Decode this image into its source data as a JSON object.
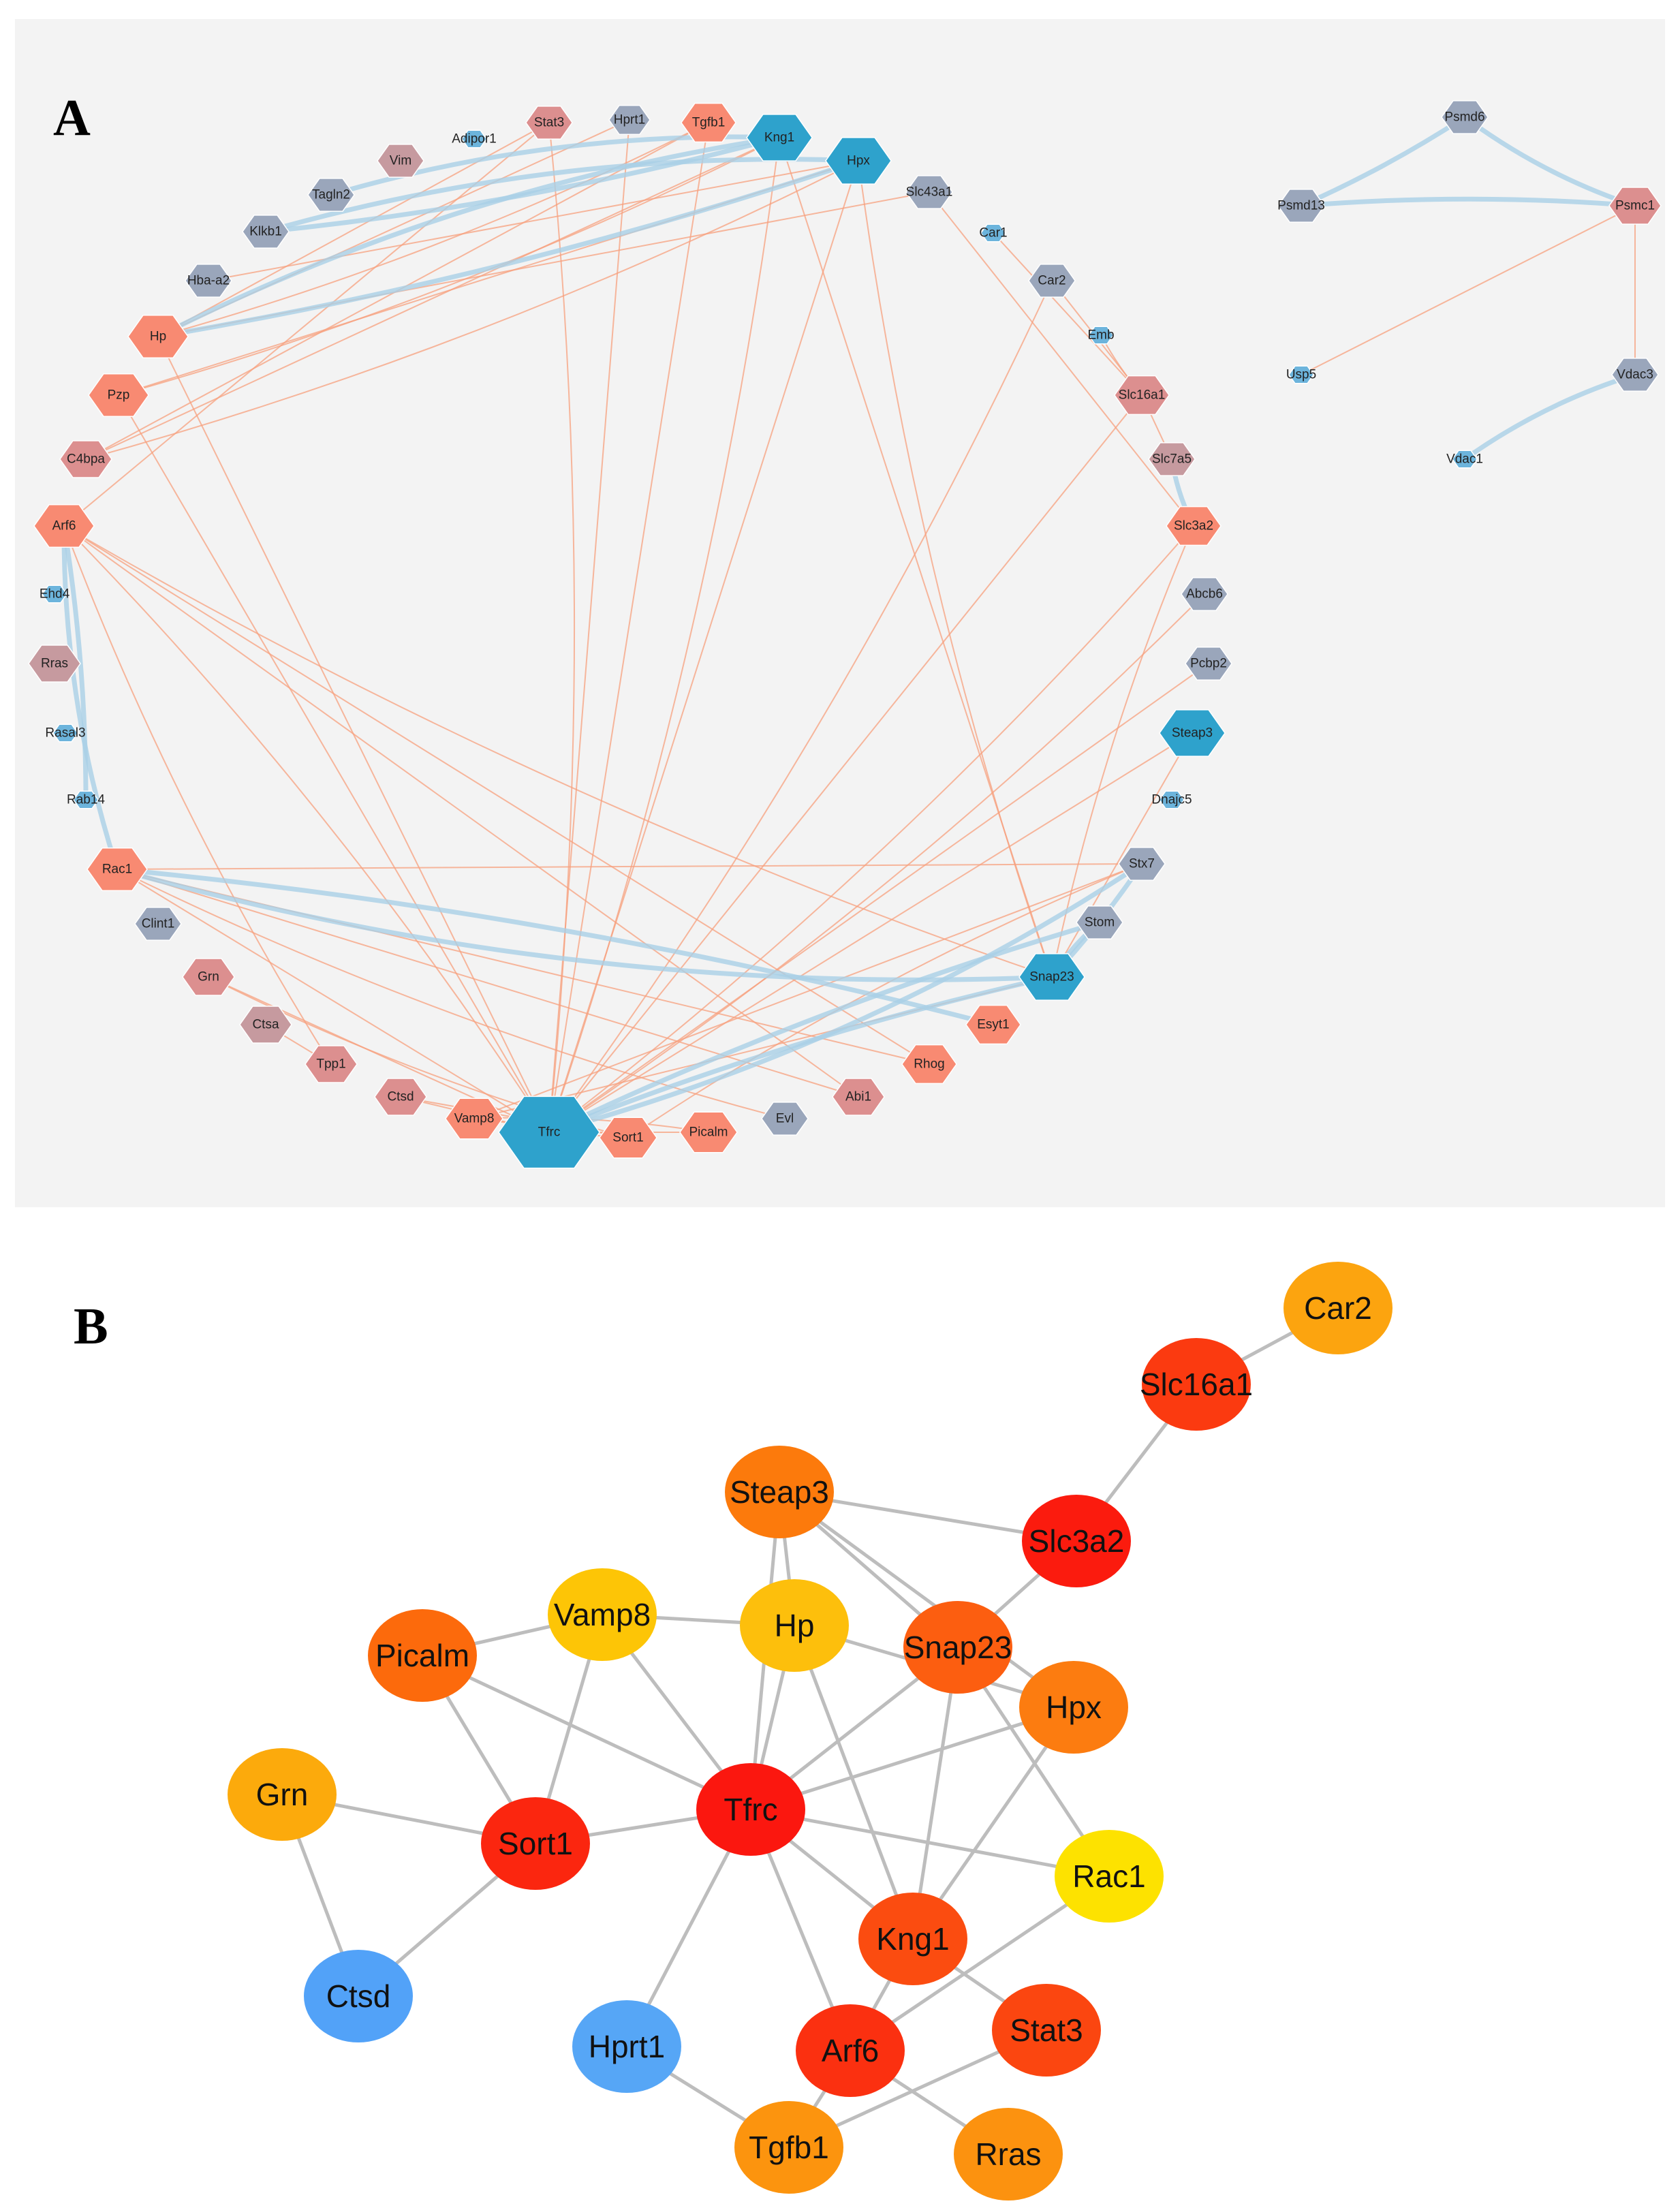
{
  "panel_a": {
    "label": "A",
    "nodes": [
      {
        "id": "Stat3",
        "color": "#dc8f8f"
      },
      {
        "id": "Hprt1",
        "color": "#9aa6bb"
      },
      {
        "id": "Tgfb1",
        "color": "#f88a72"
      },
      {
        "id": "Kng1",
        "color": "#2ea2cc"
      },
      {
        "id": "Hpx",
        "color": "#2ea2cc"
      },
      {
        "id": "Adipor1",
        "color": "#6cb4dc"
      },
      {
        "id": "Vim",
        "color": "#c69a9f"
      },
      {
        "id": "Tagln2",
        "color": "#9aa6bb"
      },
      {
        "id": "Slc43a1",
        "color": "#9aa6bb"
      },
      {
        "id": "Klkb1",
        "color": "#9aa6bb"
      },
      {
        "id": "Car1",
        "color": "#6cb4dc"
      },
      {
        "id": "Car2",
        "color": "#9aa6bb"
      },
      {
        "id": "Hba-a2",
        "color": "#9aa6bb"
      },
      {
        "id": "Emb",
        "color": "#6cb4dc"
      },
      {
        "id": "Hp",
        "color": "#f88a72"
      },
      {
        "id": "Slc16a1",
        "color": "#dc8f8f"
      },
      {
        "id": "Pzp",
        "color": "#f88a72"
      },
      {
        "id": "Slc7a5",
        "color": "#c69a9f"
      },
      {
        "id": "C4bpa",
        "color": "#dc8f8f"
      },
      {
        "id": "Slc3a2",
        "color": "#f88a72"
      },
      {
        "id": "Arf6",
        "color": "#f88a72"
      },
      {
        "id": "Abcb6",
        "color": "#9aa6bb"
      },
      {
        "id": "Ehd4",
        "color": "#6cb4dc"
      },
      {
        "id": "Pcbp2",
        "color": "#9aa6bb"
      },
      {
        "id": "Rras",
        "color": "#c69a9f"
      },
      {
        "id": "Steap3",
        "color": "#2ea2cc"
      },
      {
        "id": "Rasal3",
        "color": "#6cb4dc"
      },
      {
        "id": "Dnajc5",
        "color": "#6cb4dc"
      },
      {
        "id": "Rab14",
        "color": "#6cb4dc"
      },
      {
        "id": "Rac1",
        "color": "#f88a72"
      },
      {
        "id": "Stx7",
        "color": "#9aa6bb"
      },
      {
        "id": "Clint1",
        "color": "#9aa6bb"
      },
      {
        "id": "Stom",
        "color": "#9aa6bb"
      },
      {
        "id": "Grn",
        "color": "#dc8f8f"
      },
      {
        "id": "Snap23",
        "color": "#2ea2cc"
      },
      {
        "id": "Ctsa",
        "color": "#c69a9f"
      },
      {
        "id": "Esyt1",
        "color": "#f88a72"
      },
      {
        "id": "Tpp1",
        "color": "#dc8f8f"
      },
      {
        "id": "Rhog",
        "color": "#f88a72"
      },
      {
        "id": "Ctsd",
        "color": "#dc8f8f"
      },
      {
        "id": "Abi1",
        "color": "#dc8f8f"
      },
      {
        "id": "Vamp8",
        "color": "#f88a72"
      },
      {
        "id": "Tfrc",
        "color": "#2ea2cc"
      },
      {
        "id": "Sort1",
        "color": "#f88a72"
      },
      {
        "id": "Picalm",
        "color": "#f88a72"
      },
      {
        "id": "Evl",
        "color": "#9aa6bb"
      },
      {
        "id": "Psmd6",
        "color": "#9aa6bb"
      },
      {
        "id": "Psmd13",
        "color": "#9aa6bb"
      },
      {
        "id": "Psmc1",
        "color": "#dc8f8f"
      },
      {
        "id": "Usp5",
        "color": "#6cb4dc"
      },
      {
        "id": "Vdac3",
        "color": "#9aa6bb"
      },
      {
        "id": "Vdac1",
        "color": "#6cb4dc"
      }
    ],
    "edges_blue": [
      [
        "Kng1",
        "Hp"
      ],
      [
        "Kng1",
        "Klkb1"
      ],
      [
        "Kng1",
        "Tagln2"
      ],
      [
        "Hpx",
        "Hp"
      ],
      [
        "Hpx",
        "Klkb1"
      ],
      [
        "Tfrc",
        "Snap23"
      ],
      [
        "Tfrc",
        "Stx7"
      ],
      [
        "Tfrc",
        "Stom"
      ],
      [
        "Rac1",
        "Snap23"
      ],
      [
        "Rac1",
        "Esyt1"
      ],
      [
        "Arf6",
        "Rac1"
      ],
      [
        "Arf6",
        "Rab14"
      ],
      [
        "Slc7a5",
        "Slc3a2"
      ],
      [
        "Stx7",
        "Snap23"
      ],
      [
        "Stom",
        "Snap23"
      ],
      [
        "Psmd6",
        "Psmd13"
      ],
      [
        "Psmd6",
        "Psmc1"
      ],
      [
        "Psmd13",
        "Psmc1"
      ],
      [
        "Vdac3",
        "Vdac1"
      ]
    ],
    "edges_orange": [
      [
        "Tfrc",
        "Stat3"
      ],
      [
        "Tfrc",
        "Hprt1"
      ],
      [
        "Tfrc",
        "Tgfb1"
      ],
      [
        "Tfrc",
        "Kng1"
      ],
      [
        "Tfrc",
        "Hpx"
      ],
      [
        "Tfrc",
        "Hp"
      ],
      [
        "Tfrc",
        "Arf6"
      ],
      [
        "Tfrc",
        "Rac1"
      ],
      [
        "Tfrc",
        "Steap3"
      ],
      [
        "Tfrc",
        "Slc3a2"
      ],
      [
        "Tfrc",
        "Picalm"
      ],
      [
        "Tfrc",
        "Sort1"
      ],
      [
        "Tfrc",
        "Vamp8"
      ],
      [
        "Tfrc",
        "Grn"
      ],
      [
        "Tfrc",
        "Ctsd"
      ],
      [
        "Tfrc",
        "Abcb6"
      ],
      [
        "Tfrc",
        "Pcbp2"
      ],
      [
        "Tfrc",
        "Slc16a1"
      ],
      [
        "Tfrc",
        "Car2"
      ],
      [
        "Tfrc",
        "Pzp"
      ],
      [
        "Hp",
        "Stat3"
      ],
      [
        "Hp",
        "Tgfb1"
      ],
      [
        "Hp",
        "Hprt1"
      ],
      [
        "Hp",
        "Slc43a1"
      ],
      [
        "Pzp",
        "Kng1"
      ],
      [
        "Pzp",
        "Hpx"
      ],
      [
        "C4bpa",
        "Kng1"
      ],
      [
        "C4bpa",
        "Hpx"
      ],
      [
        "C4bpa",
        "Tgfb1"
      ],
      [
        "Hba-a2",
        "Hpx"
      ],
      [
        "Arf6",
        "Snap23"
      ],
      [
        "Arf6",
        "Rhog"
      ],
      [
        "Arf6",
        "Stat3"
      ],
      [
        "Arf6",
        "Tpp1"
      ],
      [
        "Arf6",
        "Abi1"
      ],
      [
        "Rac1",
        "Abi1"
      ],
      [
        "Rac1",
        "Evl"
      ],
      [
        "Rac1",
        "Rhog"
      ],
      [
        "Rac1",
        "Stx7"
      ],
      [
        "Hpx",
        "Snap23"
      ],
      [
        "Kng1",
        "Snap23"
      ],
      [
        "Steap3",
        "Snap23"
      ],
      [
        "Slc3a2",
        "Snap23"
      ],
      [
        "Snap23",
        "Vamp8"
      ],
      [
        "Stx7",
        "Vamp8"
      ],
      [
        "Stx7",
        "Sort1"
      ],
      [
        "Car1",
        "Slc16a1"
      ],
      [
        "Car2",
        "Slc16a1"
      ],
      [
        "Emb",
        "Slc16a1"
      ],
      [
        "Slc16a1",
        "Slc7a5"
      ],
      [
        "Slc43a1",
        "Slc3a2"
      ],
      [
        "Grn",
        "Sort1"
      ],
      [
        "Ctsd",
        "Sort1"
      ],
      [
        "Ctsa",
        "Tpp1"
      ],
      [
        "Picalm",
        "Vamp8"
      ],
      [
        "Usp5",
        "Psmc1"
      ],
      [
        "Psmc1",
        "Vdac3"
      ]
    ]
  },
  "panel_b": {
    "label": "B",
    "nodes": [
      {
        "id": "Car2",
        "color": "#fca40f"
      },
      {
        "id": "Slc16a1",
        "color": "#fb3a10"
      },
      {
        "id": "Steap3",
        "color": "#fc7a0c"
      },
      {
        "id": "Slc3a2",
        "color": "#fb1b0e"
      },
      {
        "id": "Vamp8",
        "color": "#fdc506"
      },
      {
        "id": "Hp",
        "color": "#fdbf0c"
      },
      {
        "id": "Snap23",
        "color": "#fc5e10"
      },
      {
        "id": "Picalm",
        "color": "#fc6a0c"
      },
      {
        "id": "Hpx",
        "color": "#fc7c10"
      },
      {
        "id": "Grn",
        "color": "#fcaa0c"
      },
      {
        "id": "Tfrc",
        "color": "#fb170f"
      },
      {
        "id": "Sort1",
        "color": "#fb260f"
      },
      {
        "id": "Rac1",
        "color": "#fde200"
      },
      {
        "id": "Kng1",
        "color": "#fb4c10"
      },
      {
        "id": "Ctsd",
        "color": "#52a2f8"
      },
      {
        "id": "Hprt1",
        "color": "#56a6f6"
      },
      {
        "id": "Arf6",
        "color": "#fb3010"
      },
      {
        "id": "Stat3",
        "color": "#fb4610"
      },
      {
        "id": "Tgfb1",
        "color": "#fc940e"
      },
      {
        "id": "Rras",
        "color": "#fc920f"
      }
    ],
    "edges": [
      [
        "Car2",
        "Slc16a1"
      ],
      [
        "Slc16a1",
        "Slc3a2"
      ],
      [
        "Steap3",
        "Slc3a2"
      ],
      [
        "Steap3",
        "Snap23"
      ],
      [
        "Steap3",
        "Hpx"
      ],
      [
        "Steap3",
        "Hp"
      ],
      [
        "Steap3",
        "Tfrc"
      ],
      [
        "Slc3a2",
        "Snap23"
      ],
      [
        "Vamp8",
        "Picalm"
      ],
      [
        "Vamp8",
        "Hp"
      ],
      [
        "Vamp8",
        "Tfrc"
      ],
      [
        "Vamp8",
        "Sort1"
      ],
      [
        "Hp",
        "Tfrc"
      ],
      [
        "Hp",
        "Kng1"
      ],
      [
        "Hp",
        "Hpx"
      ],
      [
        "Snap23",
        "Tfrc"
      ],
      [
        "Snap23",
        "Rac1"
      ],
      [
        "Snap23",
        "Kng1"
      ],
      [
        "Picalm",
        "Tfrc"
      ],
      [
        "Picalm",
        "Sort1"
      ],
      [
        "Hpx",
        "Tfrc"
      ],
      [
        "Hpx",
        "Kng1"
      ],
      [
        "Grn",
        "Sort1"
      ],
      [
        "Grn",
        "Ctsd"
      ],
      [
        "Sort1",
        "Tfrc"
      ],
      [
        "Sort1",
        "Ctsd"
      ],
      [
        "Tfrc",
        "Rac1"
      ],
      [
        "Tfrc",
        "Kng1"
      ],
      [
        "Tfrc",
        "Arf6"
      ],
      [
        "Tfrc",
        "Hprt1"
      ],
      [
        "Kng1",
        "Stat3"
      ],
      [
        "Kng1",
        "Arf6"
      ],
      [
        "Rac1",
        "Arf6"
      ],
      [
        "Hprt1",
        "Tgfb1"
      ],
      [
        "Arf6",
        "Tgfb1"
      ],
      [
        "Arf6",
        "Rras"
      ],
      [
        "Stat3",
        "Tgfb1"
      ]
    ]
  }
}
